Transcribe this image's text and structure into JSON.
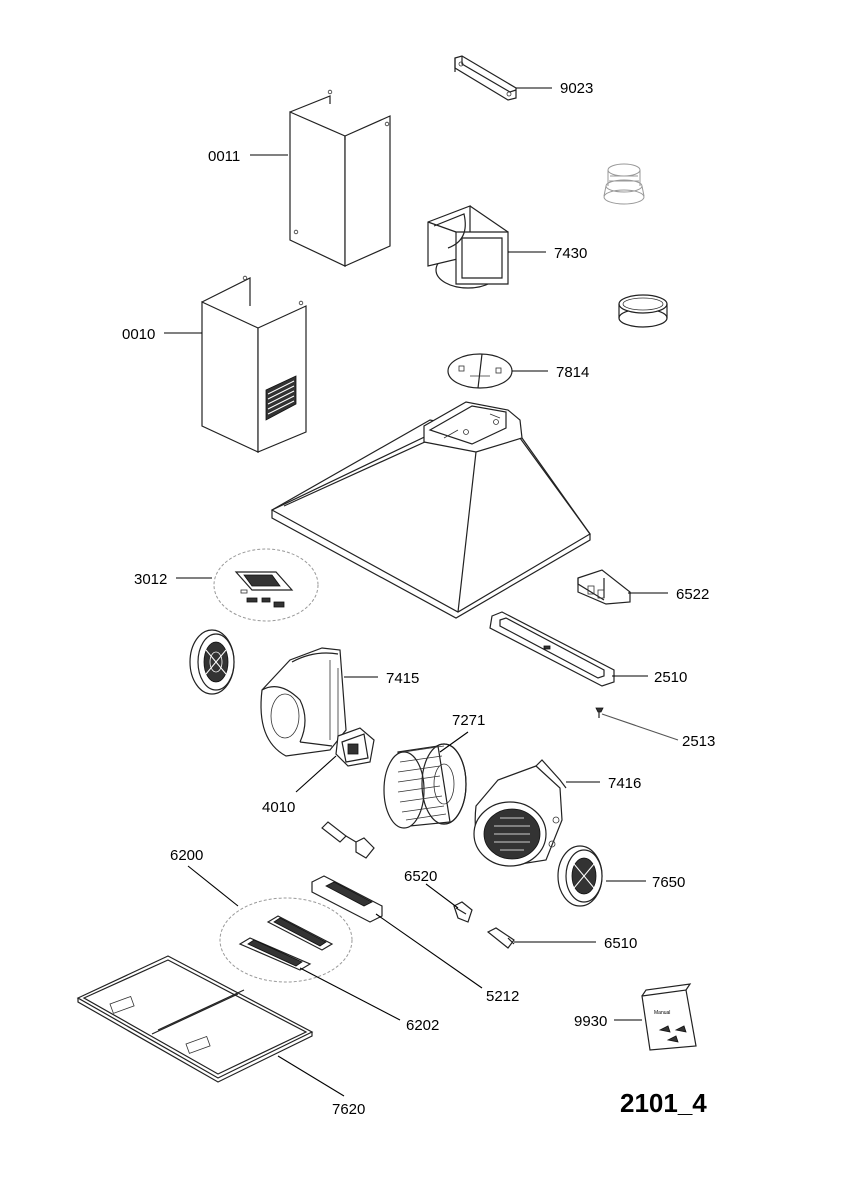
{
  "diagram_code": "2101_4",
  "parts": [
    {
      "id": "p9023",
      "label": "9023"
    },
    {
      "id": "p0011",
      "label": "0011"
    },
    {
      "id": "p7430",
      "label": "7430"
    },
    {
      "id": "p0010",
      "label": "0010"
    },
    {
      "id": "p7814",
      "label": "7814"
    },
    {
      "id": "p3012",
      "label": "3012"
    },
    {
      "id": "p6522",
      "label": "6522"
    },
    {
      "id": "p2510",
      "label": "2510"
    },
    {
      "id": "p7415",
      "label": "7415"
    },
    {
      "id": "p2513",
      "label": "2513"
    },
    {
      "id": "p7271",
      "label": "7271"
    },
    {
      "id": "p7416",
      "label": "7416"
    },
    {
      "id": "p4010",
      "label": "4010"
    },
    {
      "id": "p6200",
      "label": "6200"
    },
    {
      "id": "p6520",
      "label": "6520"
    },
    {
      "id": "p7650",
      "label": "7650"
    },
    {
      "id": "p6510",
      "label": "6510"
    },
    {
      "id": "p5212",
      "label": "5212"
    },
    {
      "id": "p6202",
      "label": "6202"
    },
    {
      "id": "p9930",
      "label": "9930"
    },
    {
      "id": "p7620",
      "label": "7620"
    }
  ],
  "bag_text": "Manual"
}
